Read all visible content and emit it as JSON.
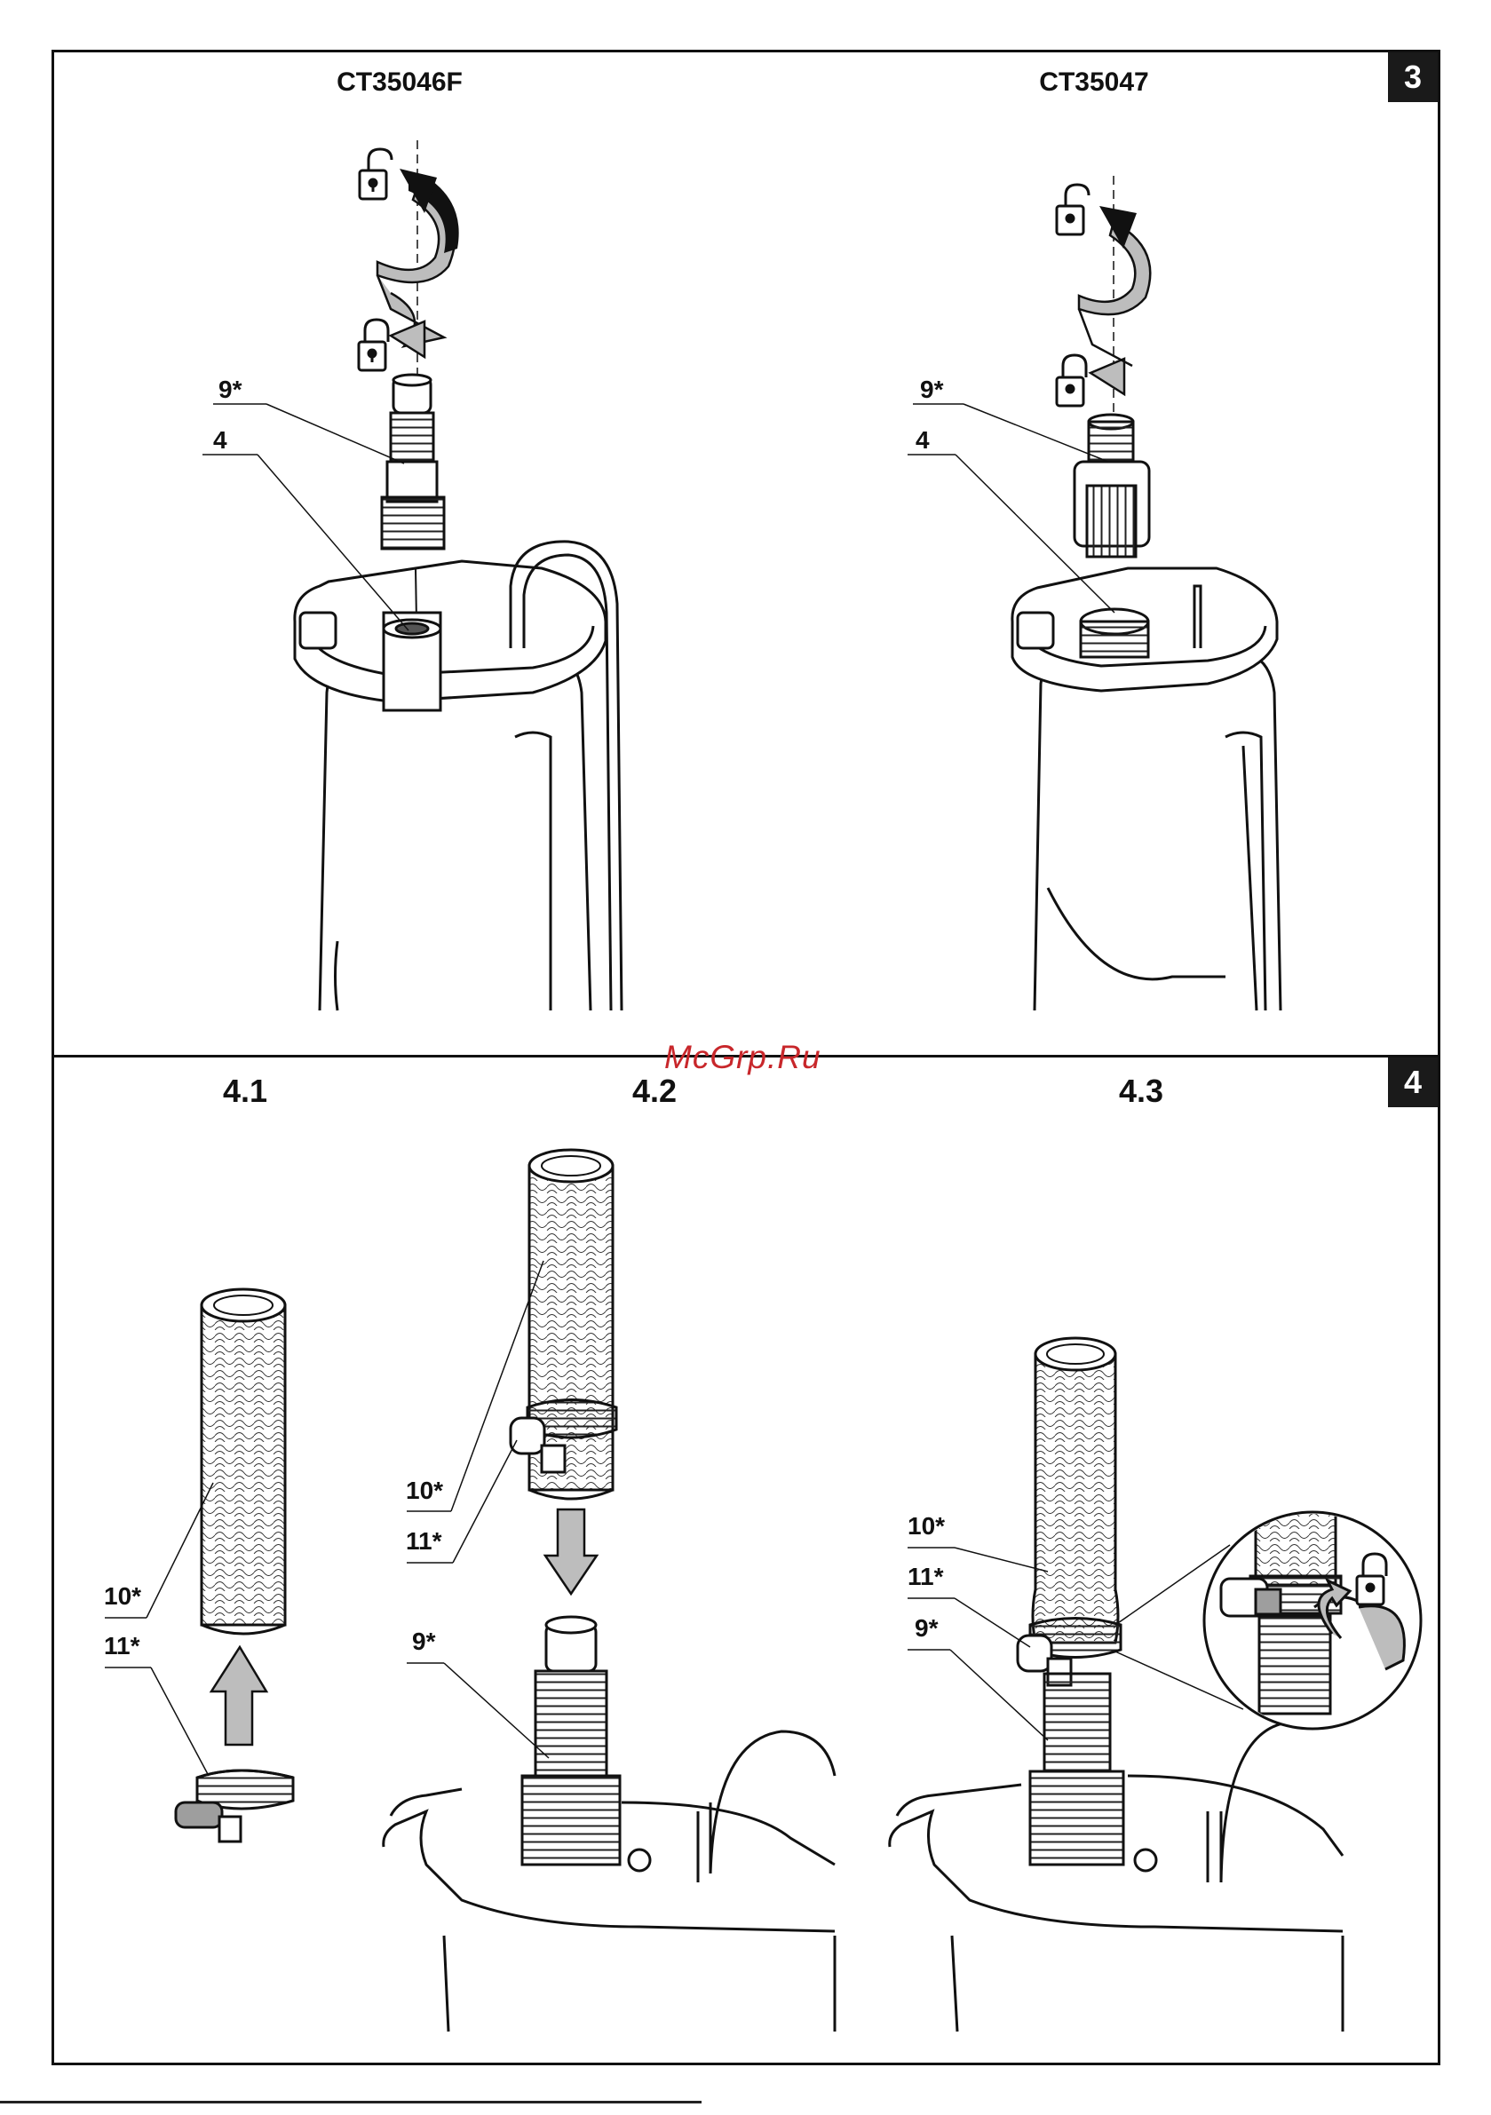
{
  "watermark": "McGrp.Ru",
  "panel3": {
    "number": "3",
    "left_title": "CT35046F",
    "right_title": "CT35047",
    "left_labels": [
      "9*",
      "4"
    ],
    "right_labels": [
      "9*",
      "4"
    ]
  },
  "panel4": {
    "number": "4",
    "step1": {
      "title": "4.1",
      "labels": [
        "10*",
        "11*"
      ]
    },
    "step2": {
      "title": "4.2",
      "labels": [
        "10*",
        "11*",
        "9*"
      ]
    },
    "step3": {
      "title": "4.3",
      "labels": [
        "10*",
        "11*",
        "9*"
      ]
    }
  },
  "icons": [
    "unlock-icon",
    "lock-icon",
    "rotate-arrow-icon",
    "down-arrow-icon",
    "up-arrow-icon"
  ],
  "colors": {
    "line": "#111111",
    "arrow_fill": "#bdbdbd",
    "badge": "#1a1a1a",
    "watermark": "#c8272b"
  }
}
